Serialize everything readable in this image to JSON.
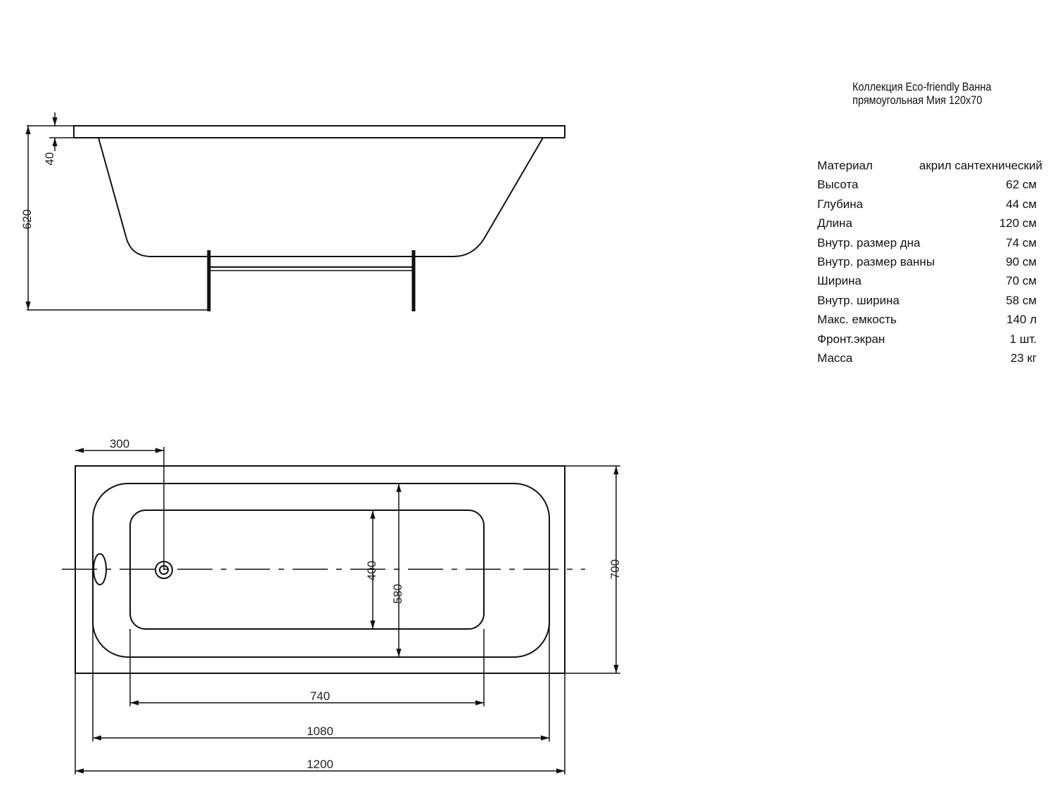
{
  "title": {
    "line1": "Коллекция Eco-friendly Ванна",
    "line2": "прямоугольная  Мия 120х70"
  },
  "specs": [
    {
      "label": "Материал",
      "value": "акрил сантехнический"
    },
    {
      "label": "Высота",
      "value": "62 см"
    },
    {
      "label": "Глубина",
      "value": "44 см"
    },
    {
      "label": "Длина",
      "value": "120 см"
    },
    {
      "label": "Внутр. размер дна",
      "value": "74 см"
    },
    {
      "label": "Внутр. размер ванны",
      "value": "90 см"
    },
    {
      "label": "Ширина",
      "value": "70 см"
    },
    {
      "label": "Внутр. ширина",
      "value": "58 см"
    },
    {
      "label": "Макс. емкость",
      "value": "140 л"
    },
    {
      "label": "Фронт.экран",
      "value": "1 шт."
    },
    {
      "label": "Масса",
      "value": "23 кг"
    }
  ],
  "side_view": {
    "height": "620",
    "rim": "40"
  },
  "top_view": {
    "drain_offset": "300",
    "bottom_width": "400",
    "inner_width": "580",
    "width": "700",
    "bottom_length": "740",
    "inner_length": "1080",
    "length": "1200"
  }
}
